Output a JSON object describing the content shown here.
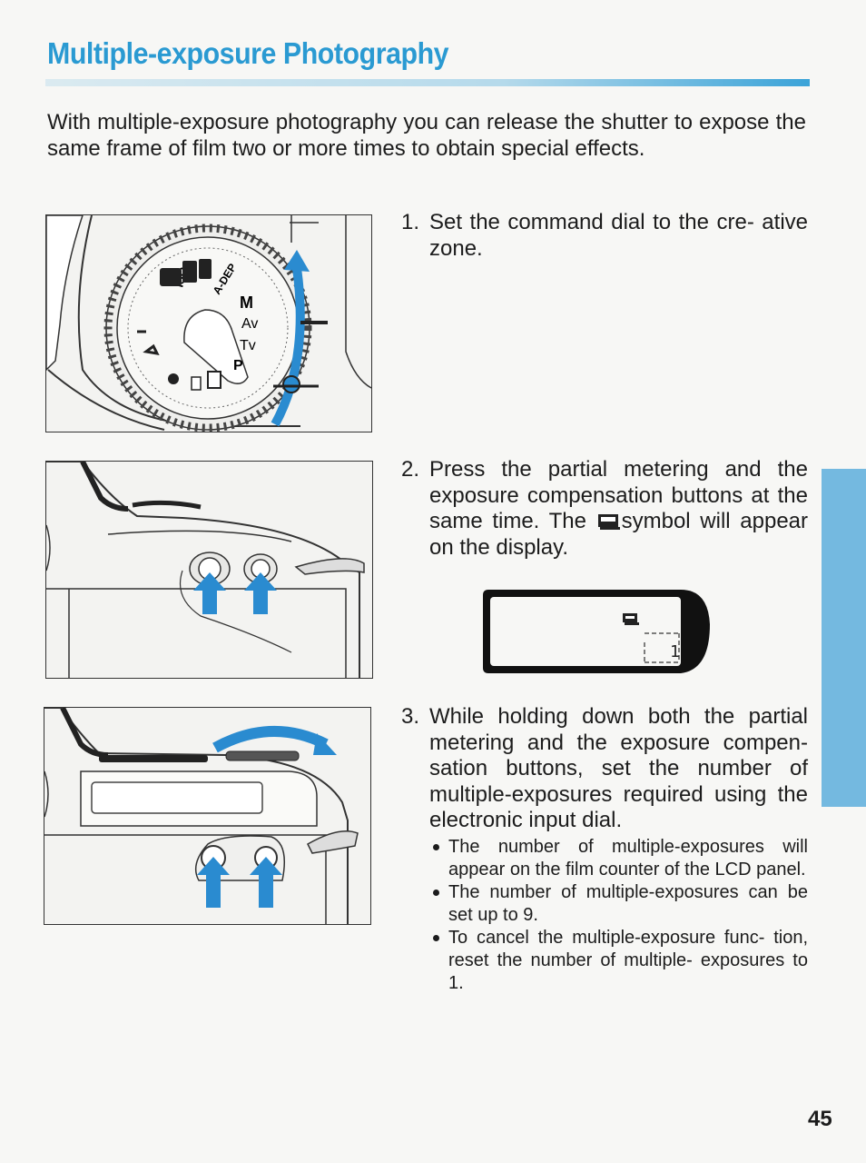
{
  "page": {
    "title": "Multiple-exposure Photography",
    "intro": "With multiple-exposure photography you can release the shutter to expose the same frame of film two or more times to obtain special effects.",
    "page_number": "45"
  },
  "steps": [
    {
      "number": "1.",
      "text": "Set the command dial to the cre- ative zone."
    },
    {
      "number": "2.",
      "text_before": "Press the partial metering and the exposure compensation buttons at the same time. The",
      "text_after": "symbol will appear on the display."
    },
    {
      "number": "3.",
      "text": "While holding down both the partial metering and the exposure compen- sation buttons, set the number of multiple-exposures required using the electronic input dial.",
      "bullets": [
        "The number of multiple-exposures will appear on the film counter of the LCD panel.",
        "The number of multiple-exposures can be set up to 9.",
        "To cancel the multiple-exposure func- tion, reset the number of multiple- exposures to 1."
      ]
    }
  ],
  "dial_labels": [
    "M",
    "Av",
    "Tv",
    "P",
    "A-DEP",
    "ISO"
  ],
  "lcd_display": {
    "counter": "1",
    "icon": "multiple-exposure-icon"
  },
  "colors": {
    "accent": "#2a9ad2",
    "arrow": "#2a8bd0",
    "tab": "#74b9e0"
  }
}
